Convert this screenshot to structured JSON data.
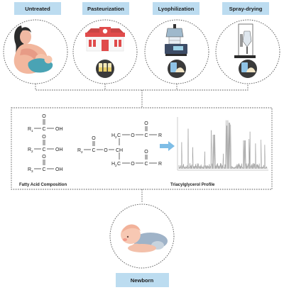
{
  "header_labels": [
    "Untreated",
    "Pasteurization",
    "Lyophilization",
    "Spray-drying"
  ],
  "fatty_acid": {
    "rows": [
      {
        "r": "R",
        "sub": "1",
        "c": "C",
        "oh": "OH",
        "o": "O"
      },
      {
        "r": "R",
        "sub": "2",
        "c": "C",
        "oh": "OH",
        "o": "O"
      },
      {
        "r": "R",
        "sub": "3",
        "c": "C",
        "oh": "OH",
        "o": "O"
      }
    ],
    "caption": "Fatty Acid Composition"
  },
  "triacylglycerol": {
    "r2": "R",
    "r2_sub": "2",
    "atoms": {
      "o": "O",
      "c": "C",
      "ch": "CH",
      "h2c": "H",
      "two": "2",
      "r": "R"
    },
    "caption": "Triacylglycerol Profile"
  },
  "bottom_label": "Newborn",
  "colors": {
    "label_box": "#bcdcf0",
    "dotted": "#555555",
    "arrow": "#7ebde6",
    "chromatogram": "#888888"
  }
}
